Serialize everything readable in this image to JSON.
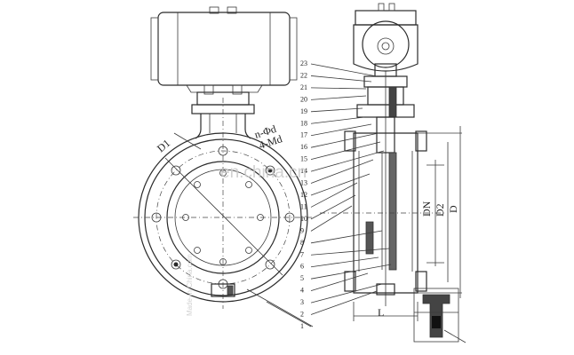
{
  "watermark": "en.china.cn",
  "side_text": "Made-in-China.com",
  "dimensions": {
    "n_phi_d": "n-Φd",
    "four_md": "4-Md",
    "d1": "D1",
    "dn": "DN",
    "d2": "D2",
    "d": "D",
    "l": "L"
  },
  "part_numbers": [
    "23",
    "22",
    "21",
    "20",
    "19",
    "18",
    "17",
    "16",
    "15",
    "14",
    "13",
    "12",
    "11",
    "10",
    "9",
    "8",
    "7",
    "6",
    "5",
    "4",
    "3",
    "2",
    "1"
  ]
}
